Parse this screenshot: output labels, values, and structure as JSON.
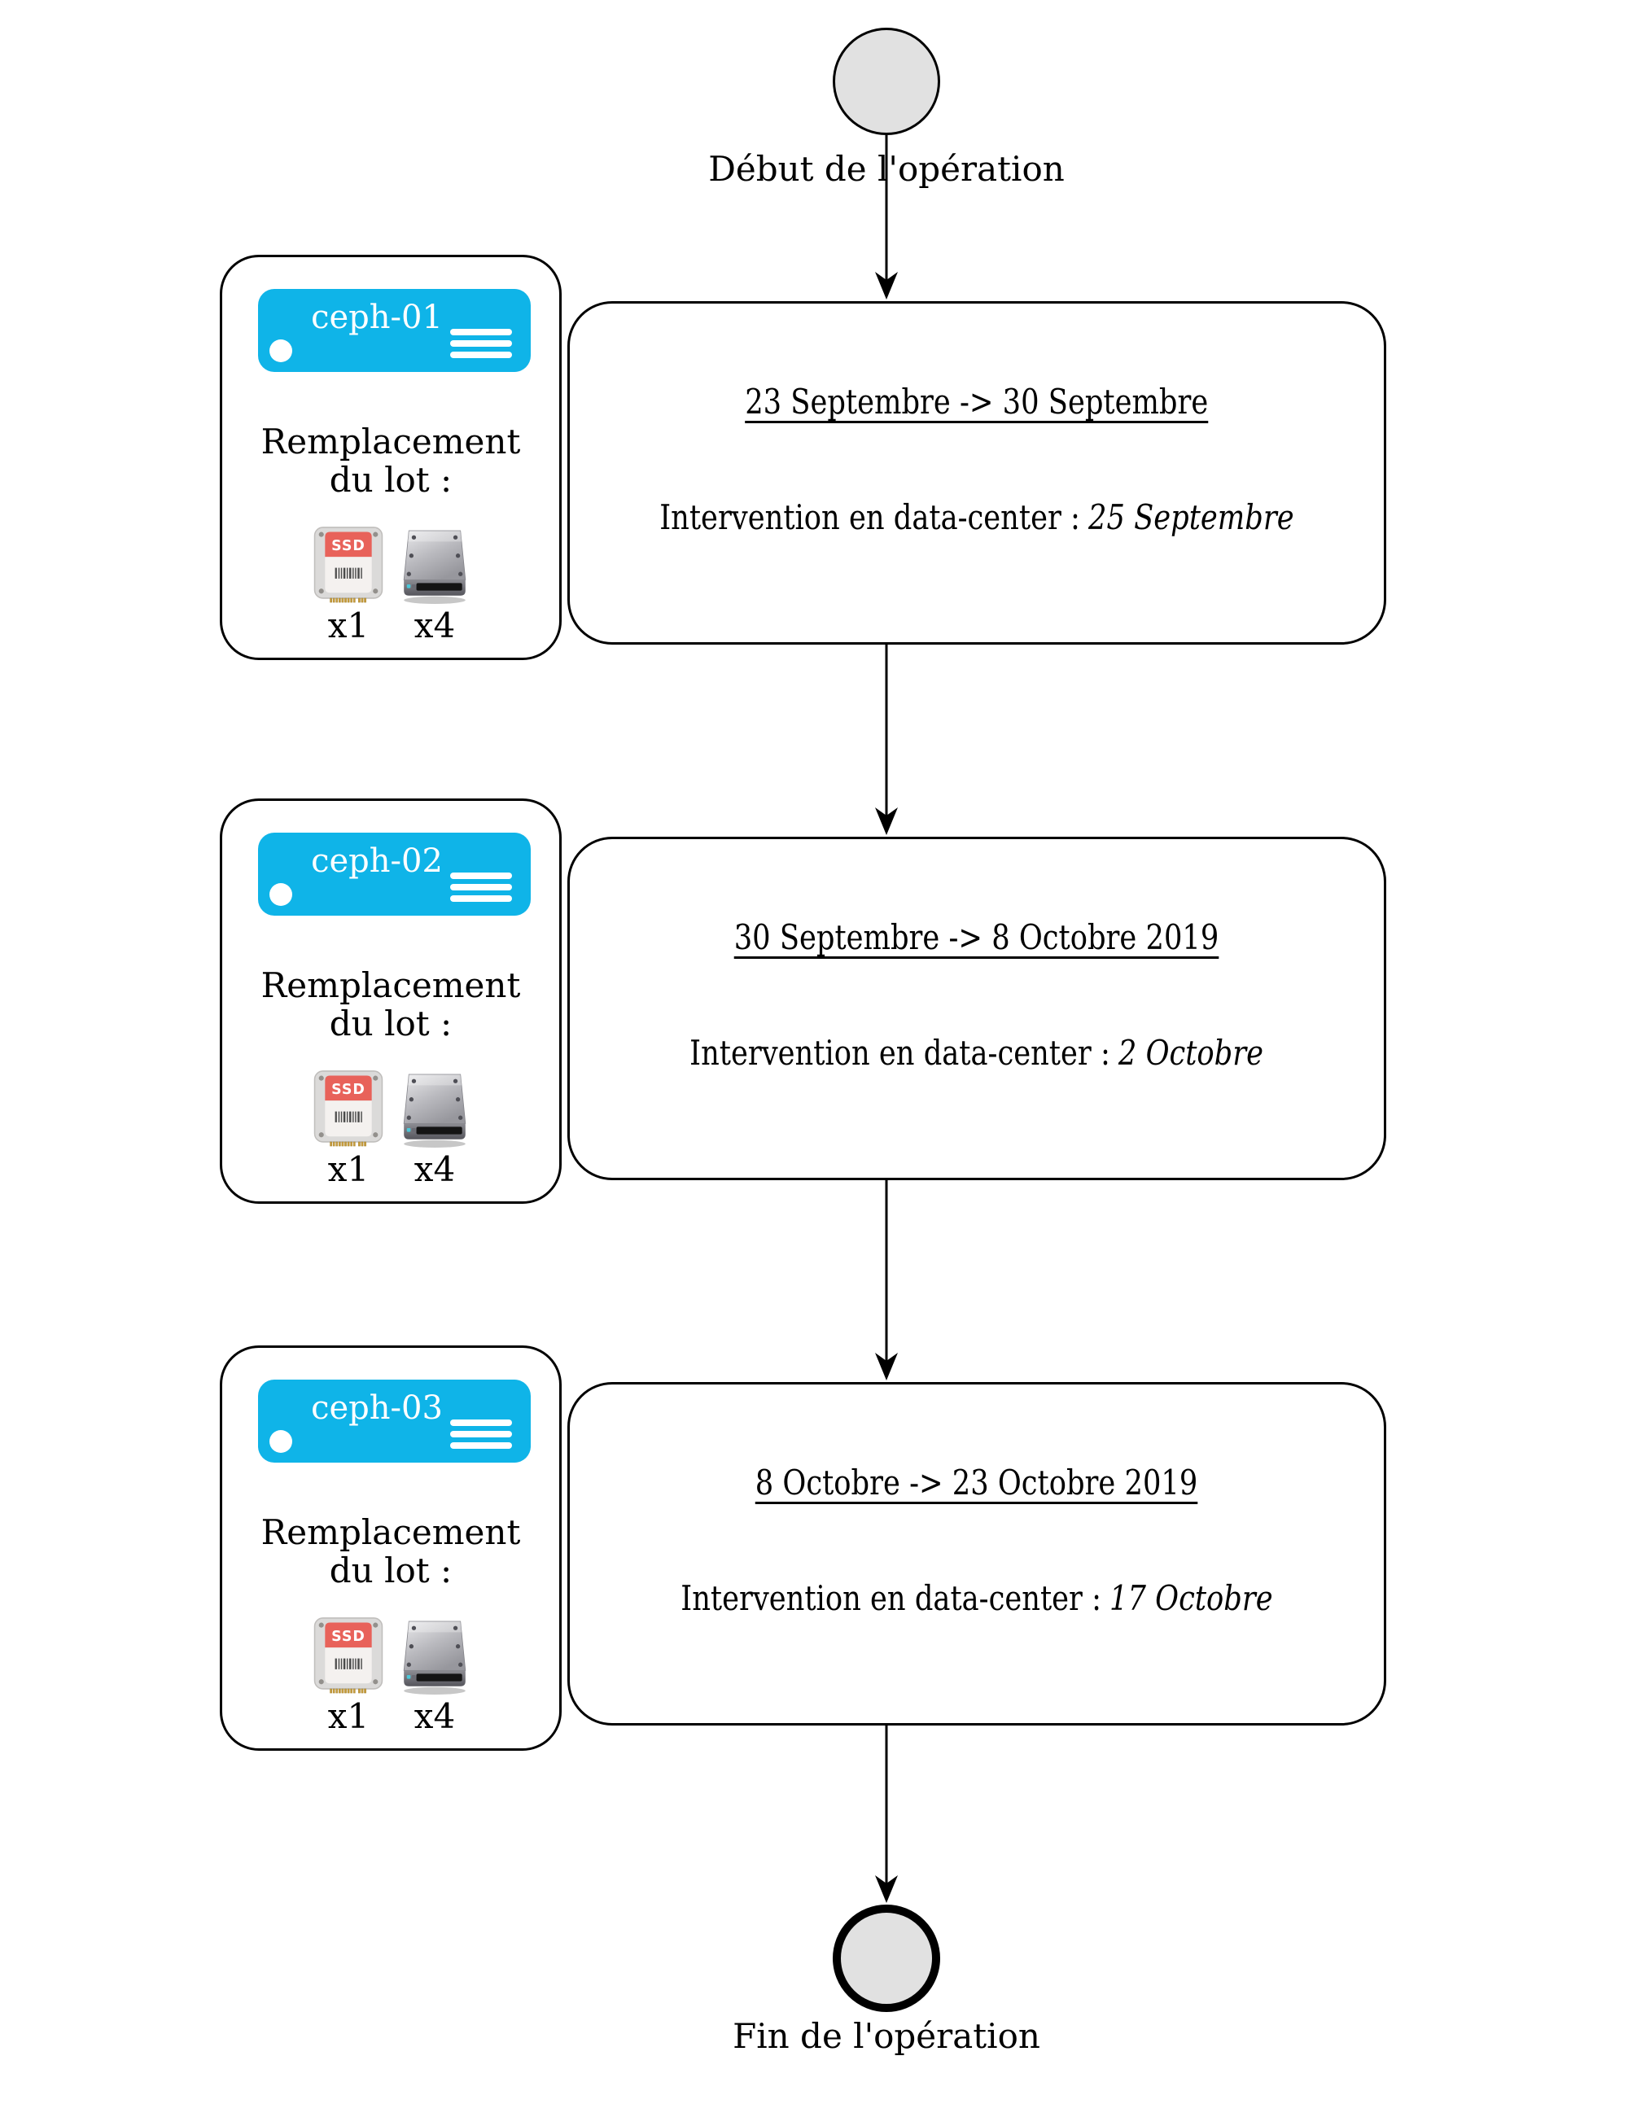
{
  "diagram": {
    "start_label": "Début de l'opération",
    "end_label": "Fin de l'opération",
    "card_heading_line1": "Remplacement",
    "card_heading_line2": "du lot :",
    "ssd_badge": "SSD",
    "steps": [
      {
        "server": "ceph-01",
        "period": "23 Septembre -> 30 Septembre",
        "intervention_prefix": "Intervention en data-center :",
        "intervention_date": "25 Septembre",
        "ssd_count": "x1",
        "hdd_count": "x4"
      },
      {
        "server": "ceph-02",
        "period": "30 Septembre -> 8 Octobre 2019",
        "intervention_prefix": "Intervention en data-center :",
        "intervention_date": "2 Octobre",
        "ssd_count": "x1",
        "hdd_count": "x4"
      },
      {
        "server": "ceph-03",
        "period": "8 Octobre -> 23 Octobre 2019",
        "intervention_prefix": "Intervention en data-center :",
        "intervention_date": "17 Octobre",
        "ssd_count": "x1",
        "hdd_count": "x4"
      }
    ],
    "colors": {
      "accent-cyan": "#0fb4e8",
      "node-fill": "#e1e1e1",
      "ssd-red": "#e8625a",
      "outline": "#000000"
    }
  }
}
